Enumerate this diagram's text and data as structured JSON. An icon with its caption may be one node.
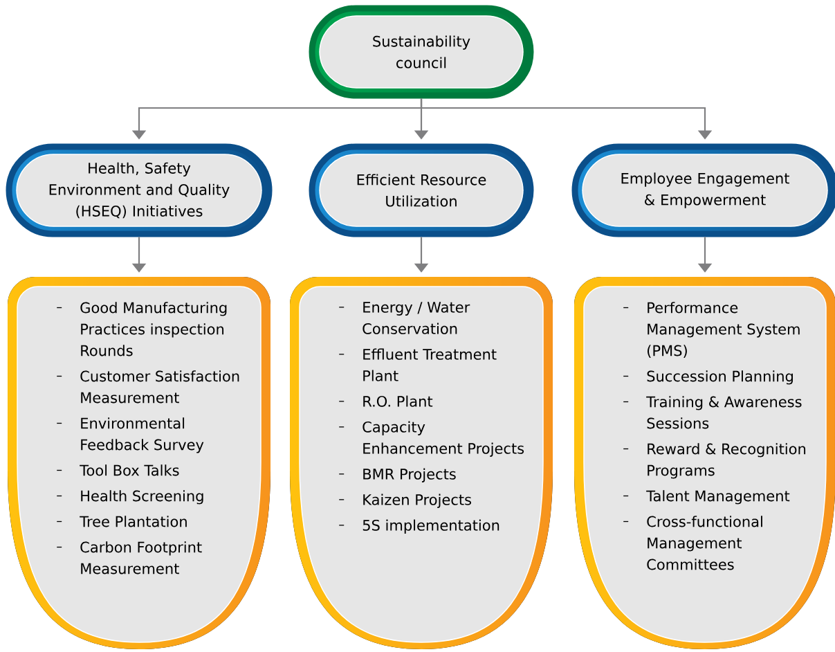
{
  "diagram": {
    "nodes": [
      {
        "text": [
          "Sustainability council"
        ]
      },
      {
        "text": [
          "Health, Safety Environment and Quality (HSEQ) Initiatives"
        ]
      },
      {
        "text": [
          "Efficient Resource Utilization"
        ]
      },
      {
        "text": [
          "Employee Engagement & Empowerment"
        ]
      },
      {
        "text": [
          "Good Manufacturing Practices inspection Rounds",
          "Customer Satisfaction Measurement",
          "Environmental Feedback Survey",
          "Tool Box Talks",
          "Health Screening",
          "Tree Plantation",
          "Carbon Footprint Measurement"
        ]
      },
      {
        "text": [
          "Energy / Water Conservation",
          "Effluent Treatment Plant",
          "R.O. Plant",
          "Capacity Enhancement Projects",
          "BMR Projects",
          "Kaizen Projects",
          "5S implementation"
        ]
      },
      {
        "text": [
          "Performance Management System (PMS)",
          "Succession Planning",
          "Training & Awareness Sessions",
          "Reward & Recognition Programs",
          "Talent Management",
          "Cross-functional Management Committees"
        ]
      }
    ],
    "edges": [
      {
        "from": 0,
        "to": 1,
        "arrow": "to"
      },
      {
        "from": 0,
        "to": 2,
        "arrow": "to"
      },
      {
        "from": 0,
        "to": 3,
        "arrow": "to"
      },
      {
        "from": 1,
        "to": 4,
        "arrow": "to"
      },
      {
        "from": 2,
        "to": 5,
        "arrow": "to"
      },
      {
        "from": 3,
        "to": 6,
        "arrow": "to"
      }
    ]
  }
}
